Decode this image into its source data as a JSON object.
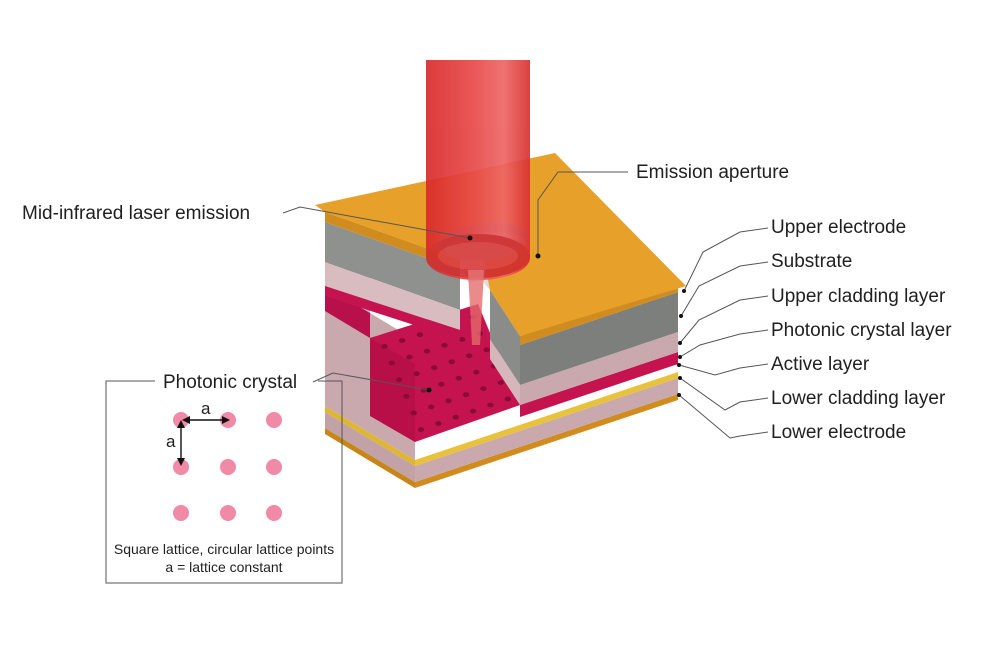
{
  "labels": {
    "emission_aperture": "Emission aperture",
    "laser_emission": "Mid-infrared laser emission",
    "upper_electrode": "Upper electrode",
    "substrate": "Substrate",
    "upper_cladding": "Upper cladding layer",
    "photonic_crystal_layer": "Photonic crystal layer",
    "active_layer": "Active layer",
    "lower_cladding": "Lower cladding layer",
    "lower_electrode": "Lower electrode"
  },
  "inset": {
    "title": "Photonic crystal",
    "a_label": "a",
    "caption_line1": "Square lattice, circular lattice points",
    "caption_line2": "a = lattice constant"
  },
  "colors": {
    "electrode": "#e7a12a",
    "electrode_side": "#d08c1e",
    "substrate": "#8f918f",
    "substrate_side": "#7d7f7d",
    "cladding": "#d9bcc0",
    "cladding_side": "#c9a9ae",
    "photonic_crystal": "#c4134f",
    "active": "#e8c23a",
    "laser": "#e23a3a",
    "lattice_point": "#f08aa6"
  }
}
